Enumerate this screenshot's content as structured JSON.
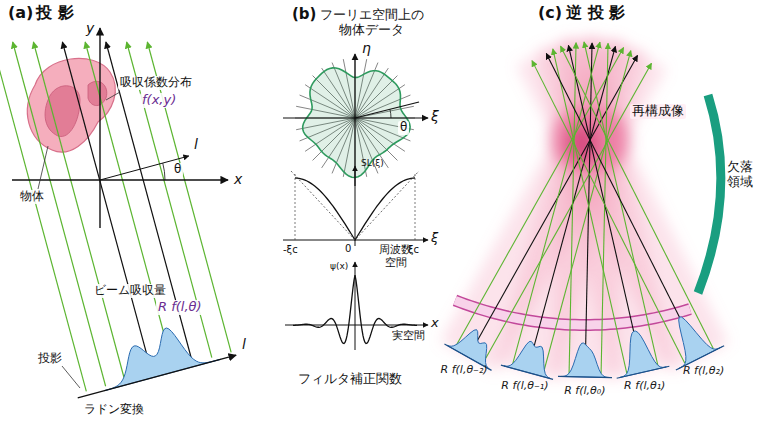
{
  "diagram": {
    "labels": [
      "(a)",
      "投 影",
      "y",
      "x",
      "l",
      "θ",
      "吸収係数分布",
      "f(x,y)",
      "物体",
      "ビーム吸収量",
      "R f(l,θ)",
      "投影",
      "ラドン変換",
      "l",
      "(b)",
      "フーリエ空間上の物体データ",
      "η",
      "θ",
      "ξ",
      "SL(ξ)",
      "-ξc",
      "0",
      "ξc",
      "ξ",
      "周波数空間",
      "ψ(x)",
      "x",
      "実空間",
      "フィルタ補正関数",
      "(c)",
      "逆 投 影",
      "再構成像",
      "欠落領域",
      "R f(l,θ₋₂)",
      "R f(l,θ₋₁)",
      "R f(l,θ₀)",
      "R f(l,θ₁)",
      "R f(l,θ₂)"
    ]
  }
}
